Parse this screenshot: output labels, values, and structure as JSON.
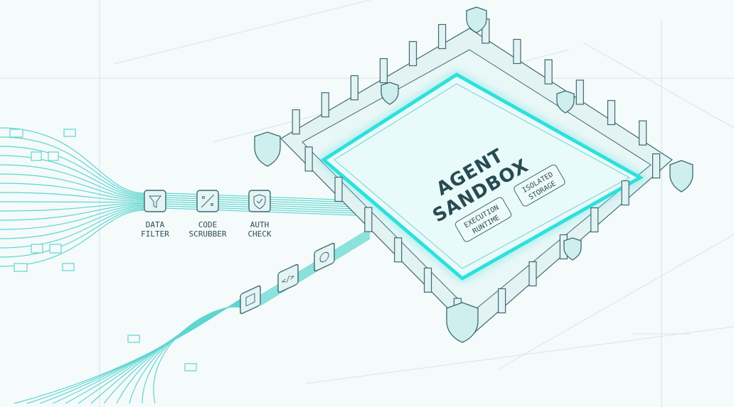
{
  "filters": [
    {
      "label_line1": "DATA",
      "label_line2": "FILTER",
      "icon": "funnel-icon"
    },
    {
      "label_line1": "CODE",
      "label_line2": "SCRUBBER",
      "icon": "scrubber-icon"
    },
    {
      "label_line1": "AUTH",
      "label_line2": "CHECK",
      "icon": "shield-check-icon"
    }
  ],
  "sandbox": {
    "title_line1": "AGENT",
    "title_line2": "SANDBOX",
    "pills": [
      {
        "line1": "EXECUTION",
        "line2": "RUNTIME"
      },
      {
        "line1": "ISOLATED",
        "line2": "STORAGE"
      }
    ]
  },
  "colors": {
    "accent": "#2fe0dc",
    "ink": "#2d4d55",
    "background": "#f5fafb"
  }
}
